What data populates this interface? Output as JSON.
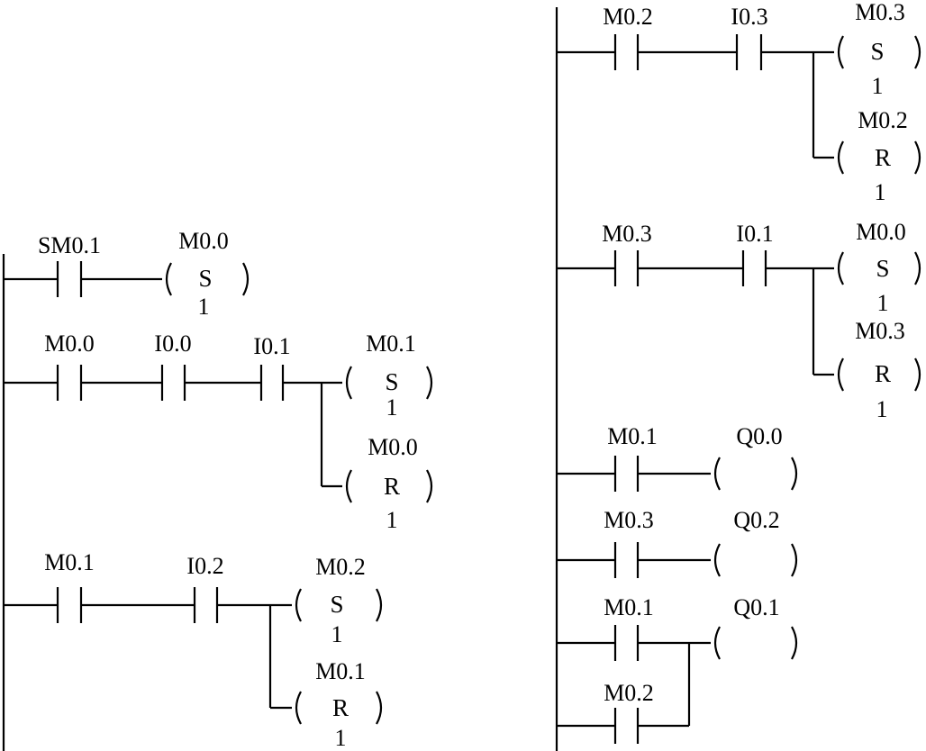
{
  "networks_left": [
    {
      "contacts": [
        "SM0.1"
      ],
      "coils": [
        {
          "address": "M0.0",
          "op": "S",
          "count": "1"
        }
      ]
    },
    {
      "contacts": [
        "M0.0",
        "I0.0",
        "I0.1"
      ],
      "coils": [
        {
          "address": "M0.1",
          "op": "S",
          "count": "1"
        },
        {
          "address": "M0.0",
          "op": "R",
          "count": "1"
        }
      ]
    },
    {
      "contacts": [
        "M0.1",
        "I0.2"
      ],
      "coils": [
        {
          "address": "M0.2",
          "op": "S",
          "count": "1"
        },
        {
          "address": "M0.1",
          "op": "R",
          "count": "1"
        }
      ]
    }
  ],
  "networks_right": [
    {
      "contacts": [
        "M0.2",
        "I0.3"
      ],
      "coils": [
        {
          "address": "M0.3",
          "op": "S",
          "count": "1"
        },
        {
          "address": "M0.2",
          "op": "R",
          "count": "1"
        }
      ]
    },
    {
      "contacts": [
        "M0.3",
        "I0.1"
      ],
      "coils": [
        {
          "address": "M0.0",
          "op": "S",
          "count": "1"
        },
        {
          "address": "M0.3",
          "op": "R",
          "count": "1"
        }
      ]
    },
    {
      "contacts": [
        "M0.1"
      ],
      "coils": [
        {
          "address": "Q0.0",
          "op": "",
          "count": ""
        }
      ]
    },
    {
      "contacts": [
        "M0.3"
      ],
      "coils": [
        {
          "address": "Q0.2",
          "op": "",
          "count": ""
        }
      ]
    },
    {
      "contacts": [
        "M0.1"
      ],
      "parallel_contacts": [
        "M0.2"
      ],
      "coils": [
        {
          "address": "Q0.1",
          "op": "",
          "count": ""
        }
      ]
    }
  ]
}
